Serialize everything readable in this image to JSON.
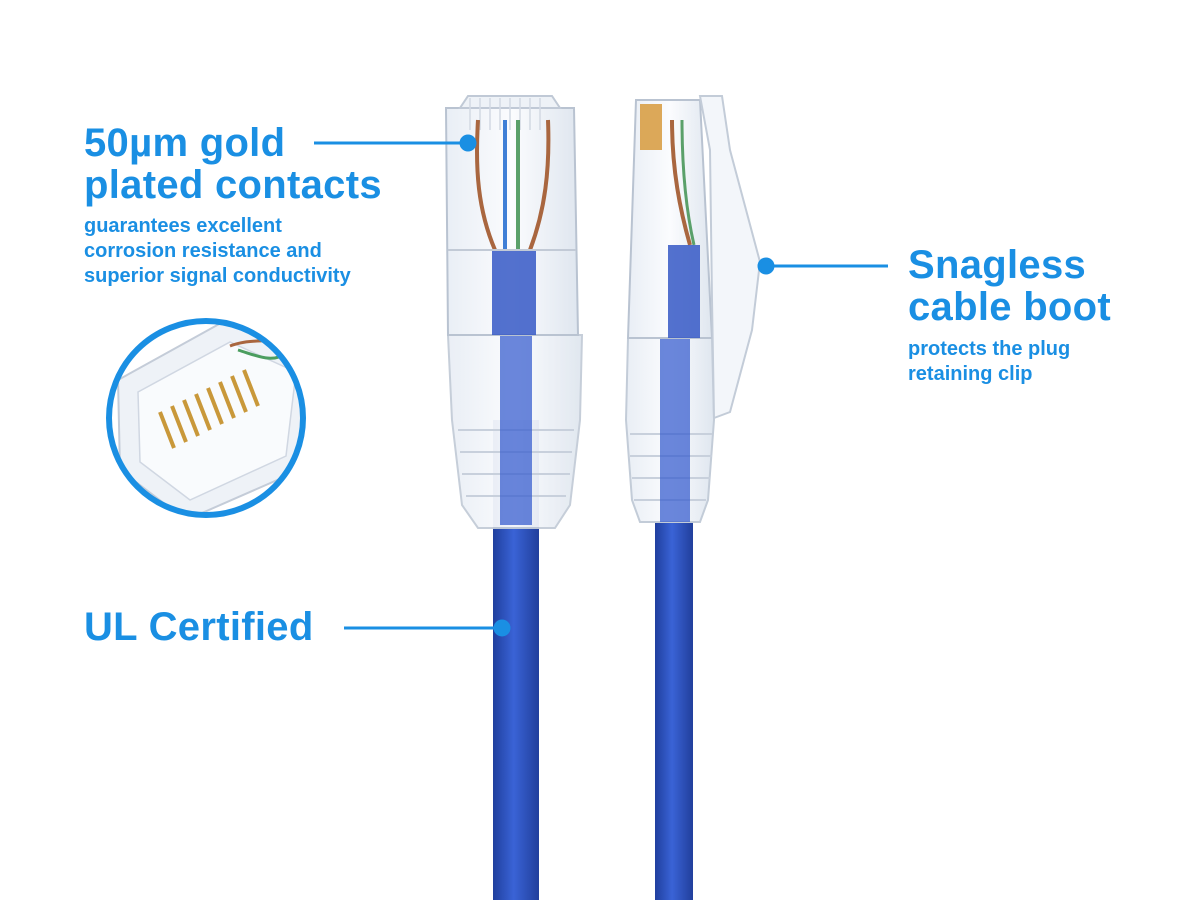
{
  "accent_color": "#1a8fe3",
  "cable_color": "#2f56c9",
  "callouts": {
    "gold_contacts": {
      "title": "50µm gold\nplated contacts",
      "description": "guarantees excellent\ncorrosion resistance and\nsuperior signal conductivity"
    },
    "snagless_boot": {
      "title": "Snagless\ncable boot",
      "description": "protects the plug\nretaining clip"
    },
    "ul_certified": {
      "title": "UL Certified"
    }
  },
  "icons": [
    "magnifier-inset-contacts",
    "callout-dot"
  ]
}
